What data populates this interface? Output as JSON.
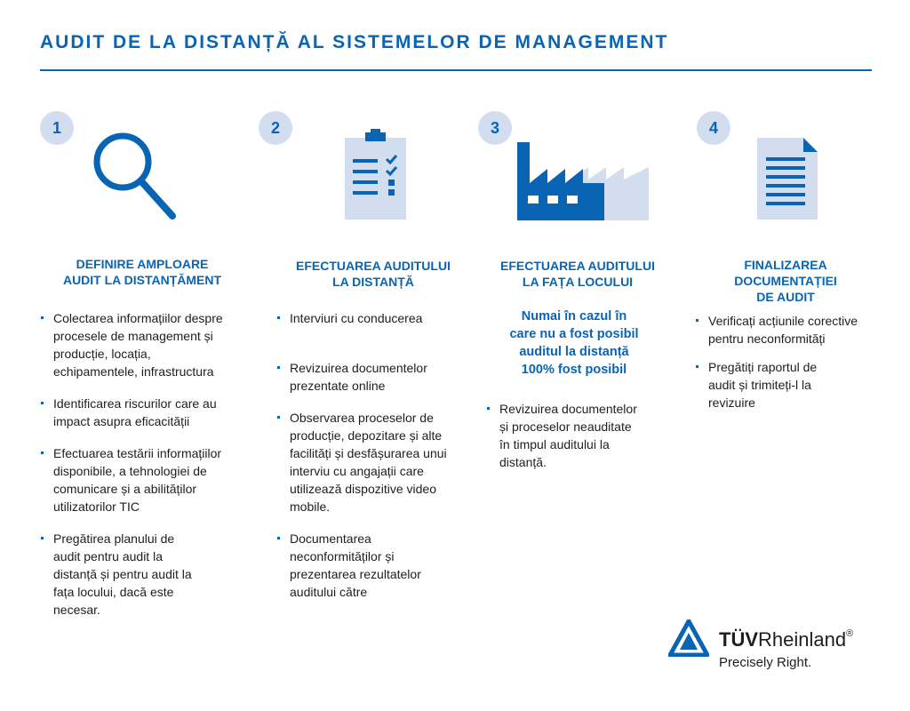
{
  "title": "AUDIT DE LA DISTANȚĂ AL SISTEMELOR DE MANAGEMENT",
  "colors": {
    "accent": "#0a64b4",
    "light_accent": "#d2ddf0"
  },
  "steps": [
    {
      "number": "1",
      "icon": "magnifying-glass-icon",
      "heading": "DEFINIRE AMPLOARE\nAUDIT LA DISTANȚĂMENT",
      "bullets": [
        "Colectarea informațiilor despre\nprocesele de management și\nproducție, locația,\nechipamentele, infrastructura",
        "Identificarea riscurilor care au\nimpact asupra eficacității",
        "Efectuarea testării informațiilor\ndisponibile, a tehnologiei de\ncomunicare și a abilităților\nutilizatorilor TIC",
        "Pregătirea planului de\naudit pentru audit la\ndistanță și pentru audit la\nfața locului, dacă este\nnecesar."
      ]
    },
    {
      "number": "2",
      "icon": "clipboard-checklist-icon",
      "heading": "EFECTUAREA AUDITULUI\nLA DISTANȚĂ",
      "bullets": [
        "Interviuri cu conducerea",
        "Revizuirea documentelor\nprezentate online",
        "Observarea proceselor de\nproducție, depozitare și alte\nfacilități și desfășurarea unui\ninterviu cu angajații care\nutilizează dispozitive video\nmobile.",
        "Documentarea\nneconformităților și\nprezentarea rezultatelor\nauditului către"
      ]
    },
    {
      "number": "3",
      "icon": "factory-icon",
      "heading": "EFECTUAREA AUDITULUI\nLA FAȚA LOCULUI",
      "note": "Numai în cazul în\ncare nu a fost posibil\nauditul la distanță\n100% fost posibil",
      "bullets": [
        "Revizuirea documentelor\nși proceselor neauditate\nîn timpul auditului la\ndistanță."
      ]
    },
    {
      "number": "4",
      "icon": "document-icon",
      "heading": "FINALIZAREA\nDOCUMENTAȚIEI\nDE AUDIT",
      "bullets": [
        "Verificați acțiunile corective\npentru neconformități",
        "Pregătiți raportul de\naudit și trimiteți-l la\nrevizuire"
      ]
    }
  ],
  "logo": {
    "brand_bold": "TÜV",
    "brand_rest": "Rheinland",
    "registered": "®",
    "tagline": "Precisely Right."
  }
}
